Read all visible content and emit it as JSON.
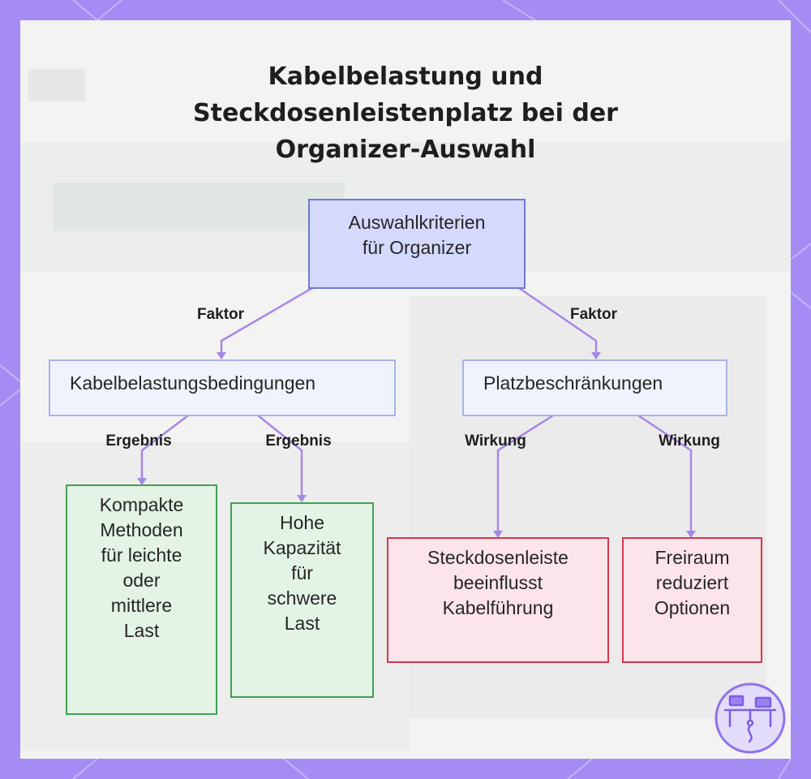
{
  "title_lines": [
    "Kabelbelastung und",
    "Steckdosenleistenplatz bei der",
    "Organizer-Auswahl"
  ],
  "colors": {
    "frame": "#a48cf4",
    "edge": "#a688e6",
    "root_fill": "#d5d9fc",
    "root_border": "#6f78d6",
    "category_fill": "#f0f3fd",
    "category_border": "#a6b3e8",
    "green_fill": "#e3f3e6",
    "green_border": "#3fa150",
    "red_fill": "#fbe4ea",
    "red_border": "#d6364f"
  },
  "nodes": {
    "root": "Auswahlkriterien\nfür Organizer",
    "load": "Kabelbelastungsbedingungen",
    "space": "Platzbeschränkungen",
    "compact": "Kompakte\nMethoden\nfür leichte\noder\nmittlere\nLast",
    "capacity": "Hohe\nKapazität\nfür\nschwere\nLast",
    "powerstrip": "Steckdosenleiste\nbeeinflusst\nKabelführung",
    "clearance": "Freiraum\nreduziert\nOptionen"
  },
  "edge_labels": {
    "root_load": "Faktor",
    "root_space": "Faktor",
    "load_compact": "Ergebnis",
    "load_capacity": "Ergebnis",
    "space_powerstrip": "Wirkung",
    "space_clearance": "Wirkung"
  },
  "logo_icon": "desk-workspace-icon"
}
